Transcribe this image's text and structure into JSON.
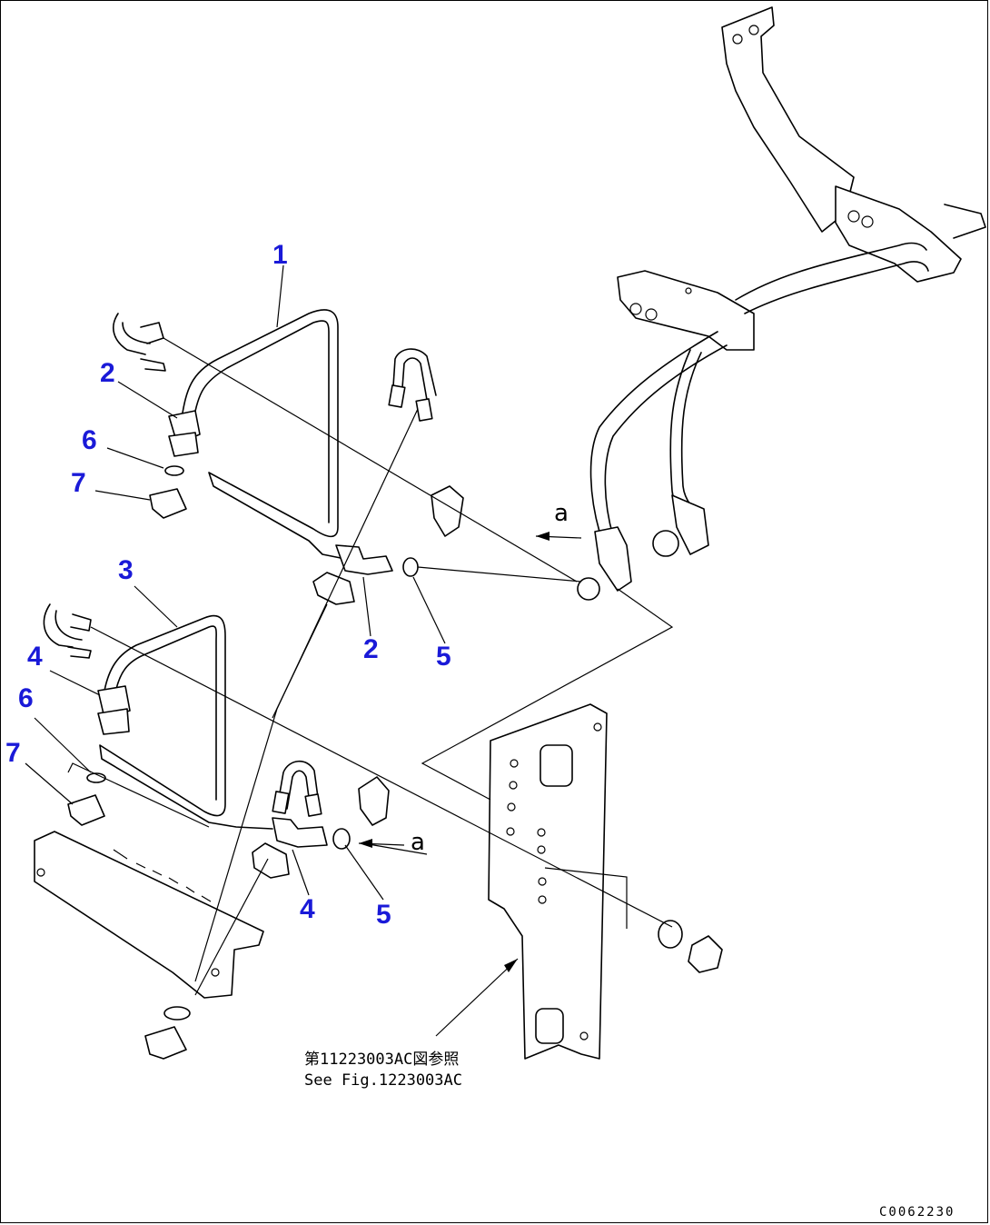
{
  "callouts": [
    {
      "id": "c1",
      "label": "1"
    },
    {
      "id": "c2a",
      "label": "2"
    },
    {
      "id": "c6a",
      "label": "6"
    },
    {
      "id": "c7a",
      "label": "7"
    },
    {
      "id": "c3",
      "label": "3"
    },
    {
      "id": "c4a",
      "label": "4"
    },
    {
      "id": "c6b",
      "label": "6"
    },
    {
      "id": "c7b",
      "label": "7"
    },
    {
      "id": "c2b",
      "label": "2"
    },
    {
      "id": "c5a",
      "label": "5"
    },
    {
      "id": "c4b",
      "label": "4"
    },
    {
      "id": "c5b",
      "label": "5"
    }
  ],
  "view_marks": {
    "lower": "a",
    "upper": "a"
  },
  "reference_note": {
    "line1": "第11223003AC図参照",
    "line2": "See Fig.1223003AC"
  },
  "drawing_code": "C0062230",
  "colors": {
    "callout": "#1a1ad8",
    "line": "#000000"
  }
}
